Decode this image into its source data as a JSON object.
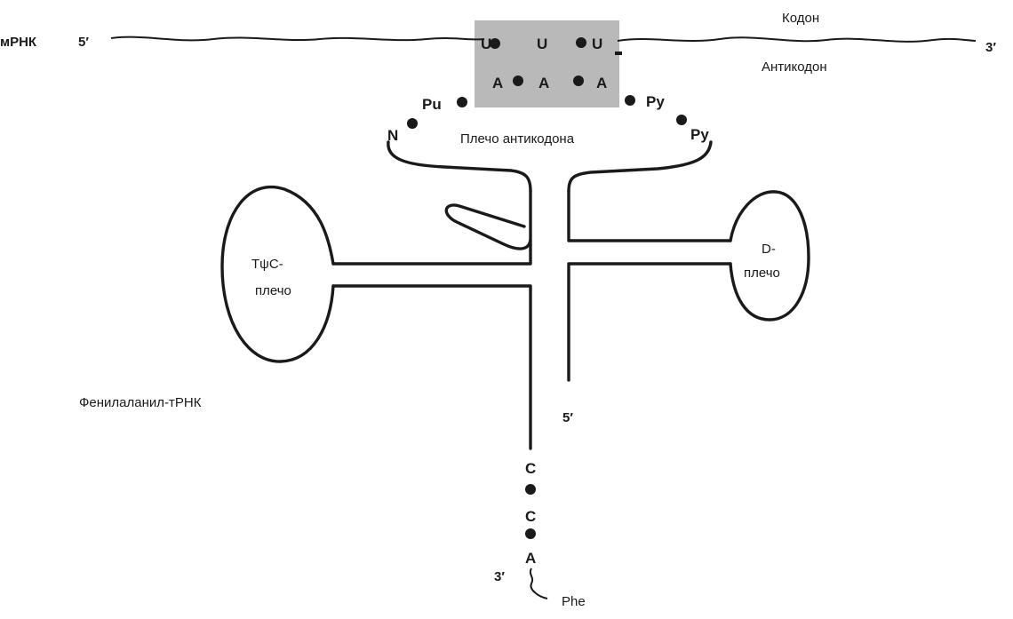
{
  "labels": {
    "mrna": "мРНК",
    "mrna_5prime": "5′",
    "mrna_3prime": "3′",
    "codon": "Кодон",
    "anticodon": "Антикодон",
    "anticodon_arm": "Плечо антикодона",
    "tpsic_arm_line1": "TψC-",
    "tpsic_arm_line2": "плечо",
    "d_arm_line1": "D-",
    "d_arm_line2": "плечо",
    "trna_name": "Фенилаланил-тРНК",
    "trna_5prime": "5′",
    "trna_3prime": "3′",
    "amino_acid": "Phe"
  },
  "codon_bases": [
    "U",
    "U",
    "U"
  ],
  "anticodon_bases": [
    "A",
    "A",
    "A"
  ],
  "loop_bases": {
    "left_purine": "Pu",
    "left_n": "N",
    "right_pyrimidine_1": "Py",
    "right_pyrimidine_2": "Py"
  },
  "acceptor_bases": [
    "C",
    "C",
    "A"
  ],
  "colors": {
    "ink": "#1a1a1a",
    "highlight_box": "#b9b9b9",
    "background": "#ffffff"
  }
}
